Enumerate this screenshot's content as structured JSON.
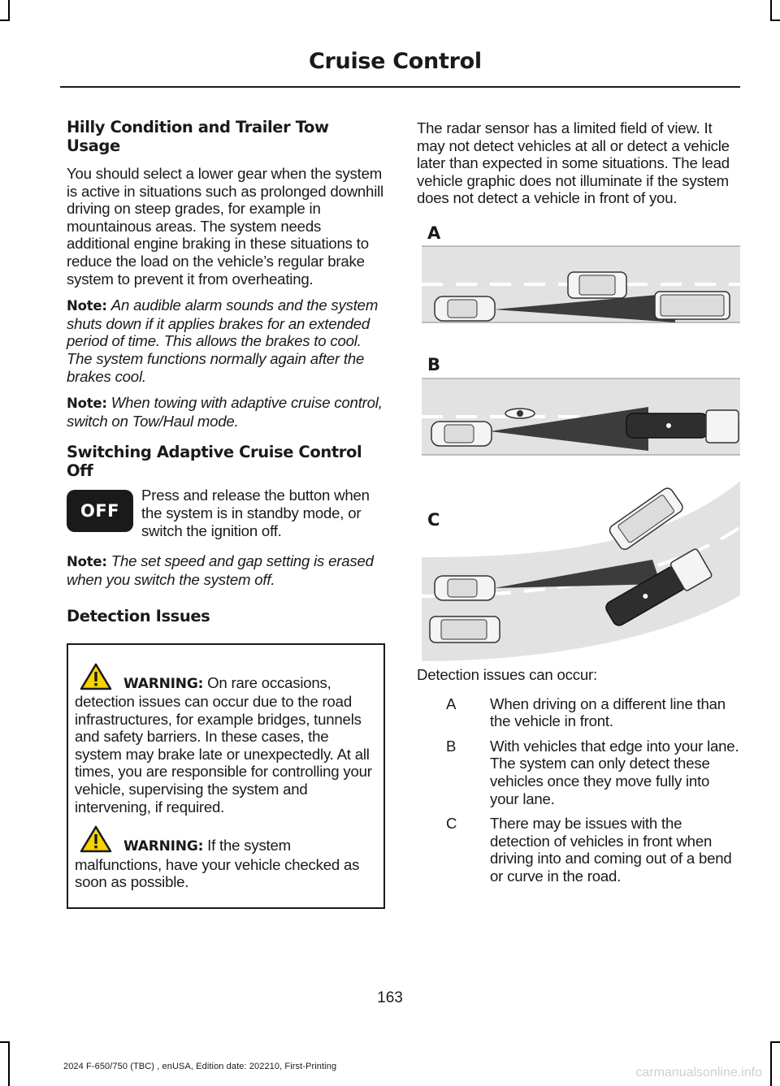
{
  "header": {
    "title": "Cruise Control"
  },
  "left": {
    "hilly_heading": "Hilly Condition and Trailer Tow Usage",
    "hilly_para": "You should select a lower gear when the system is active in situations such as prolonged downhill driving on steep grades, for example in mountainous areas. The system needs additional engine braking in these situations to reduce the load on the vehicle’s regular brake system to prevent it from overheating.",
    "note1_label": "Note:",
    "note1_text": "An audible alarm sounds and the system shuts down if it applies brakes for an extended period of time. This allows the brakes to cool. The system functions normally again after the brakes cool.",
    "note2_label": "Note:",
    "note2_text": "When towing with adaptive cruise control, switch on Tow/Haul mode.",
    "off_heading": "Switching Adaptive Cruise Control Off",
    "off_button_label": "OFF",
    "off_text": "Press and release the button when the system is in standby mode, or switch the ignition off.",
    "note3_label": "Note:",
    "note3_text": "The set speed and gap setting is erased when you switch the system off.",
    "detection_heading": "Detection Issues",
    "warning1_label": "WARNING:",
    "warning1_text": "On rare occasions, detection issues can occur due to the road infrastructures, for example bridges, tunnels and safety barriers. In these cases, the system may brake late or unexpectedly. At all times, you are responsible for controlling your vehicle, supervising the system and intervening, if required.",
    "warning2_label": "WARNING:",
    "warning2_text": "If the system malfunctions, have your vehicle checked as soon as possible."
  },
  "right": {
    "intro": "The radar sensor has a limited field of view. It may not detect vehicles at all or detect a vehicle later than expected in some situations. The lead vehicle graphic does not illuminate if the system does not detect a vehicle in front of you.",
    "figure_labels": {
      "a": "A",
      "b": "B",
      "c": "C"
    },
    "detection_lead": "Detection issues can occur:",
    "items": [
      {
        "key": "A",
        "text": "When driving on a different line than the vehicle in front."
      },
      {
        "key": "B",
        "text": "With vehicles that edge into your lane. The system can only detect these vehicles once they move fully into your lane."
      },
      {
        "key": "C",
        "text": "There may be issues with the detection of vehicles in front when driving into and coming out of a bend or curve in the road."
      }
    ]
  },
  "page_number": "163",
  "footer": "2024 F-650/750 (TBC) , enUSA, Edition date: 202210, First-Printing",
  "watermark": "carmanualsonline.info",
  "colors": {
    "road": "#e2e2e2",
    "beam": "#3c3c3c",
    "text": "#1a1a1a"
  }
}
